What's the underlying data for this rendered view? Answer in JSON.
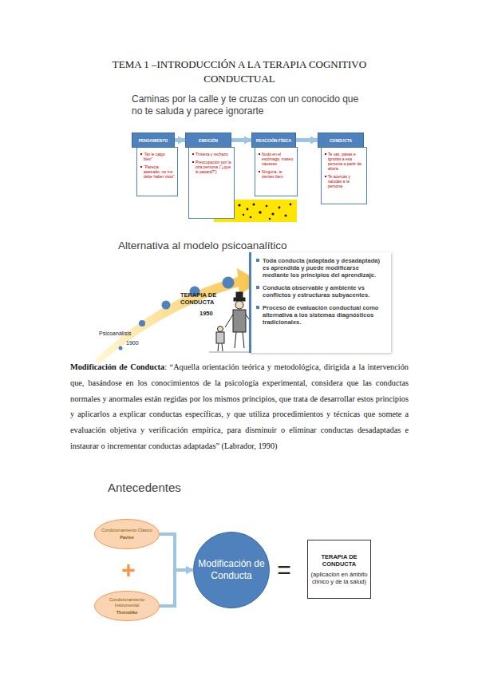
{
  "diagram": {
    "title": "TEMA 1 –INTRODUCCIÓN A LA TERAPIA COGNITIVO CONDUCTUAL",
    "nodes": [
      {
        "text": [
          "PENSAMIENTO"
        ]
      },
      {
        "text": [
          "“No le caigo bien”",
          "“Parecía atareado, no me debe haber visto”"
        ]
      },
      {
        "text": [
          "EMOCIÓN"
        ]
      },
      {
        "text": [
          "Tristeza y rechazo",
          "Preocupación por la otra persona (“¿qué le pasará?”)"
        ]
      },
      {
        "text": [
          "REACCIÓN FÍSICA"
        ]
      },
      {
        "text": [
          "Nudo en el estómago, mareo, náuseas",
          "Ninguna, te sientes bien"
        ]
      },
      {
        "text": [
          "CONDUCTA"
        ]
      },
      {
        "text": [
          "Te vas, pasas e ignoras a esa persona a partir de ahora",
          "Te acercas y saludas a la persona"
        ]
      },
      {
        "text": [
          "Toda conducta (adaptada y desadaptada) es aprendida y puede modificarse mediante los principios del aprendizaje.",
          "Conducta observable y ambiente vs conflictos y estructuras subyacentes.",
          "Proceso de evaluación conductual como alternativa a los sistemas diagnósticos tradicionales."
        ]
      },
      {
        "text": [
          "Condicionamiento Clásico",
          "Pavlov"
        ]
      },
      {
        "text": [
          "Condicionamiento Instrumental",
          "Thorndike"
        ]
      },
      {
        "text": [
          "Modificación de Conducta"
        ]
      },
      {
        "text": [
          "TERAPIA DE CONDUCTA",
          "(aplicación en ámbito clínico y de la salud)"
        ]
      }
    ],
    "edges": [
      {
        "from": 0,
        "to": 2,
        "arrow": "to"
      },
      {
        "from": 2,
        "to": 4,
        "arrow": "to"
      },
      {
        "from": 4,
        "to": 6,
        "arrow": "to"
      },
      {
        "from": 9,
        "to": 11,
        "arrow": "to"
      },
      {
        "from": 10,
        "to": 11,
        "arrow": "to"
      }
    ],
    "labels": [
      "Caminas por la calle y te cruzas con un conocido que no te saluda y parece ignorarte",
      "Alternativa al modelo psicoanalítico",
      "Psicoanálisis",
      "1900",
      "TERAPIA DE CONDUCTA",
      "1950",
      "Modificación de Conducta",
      ": “Aquella orientación teórica y metodológica, dirigida a la intervención que, basándose en los conocimientos de la psicología experimental, considera que las conductas normales y anormales están regidas por los mismos principios, que trata de desarrollar estos principios y aplicarlos a explicar conductas específicas, y que utiliza procedimientos y técnicas que somete a evaluación objetiva y verificación empírica, para disminuir o eliminar conductas desadaptadas e instaurar o incrementar conductas adaptadas” (Labrador, 1990)",
      "Antecedentes",
      "+",
      "="
    ]
  }
}
